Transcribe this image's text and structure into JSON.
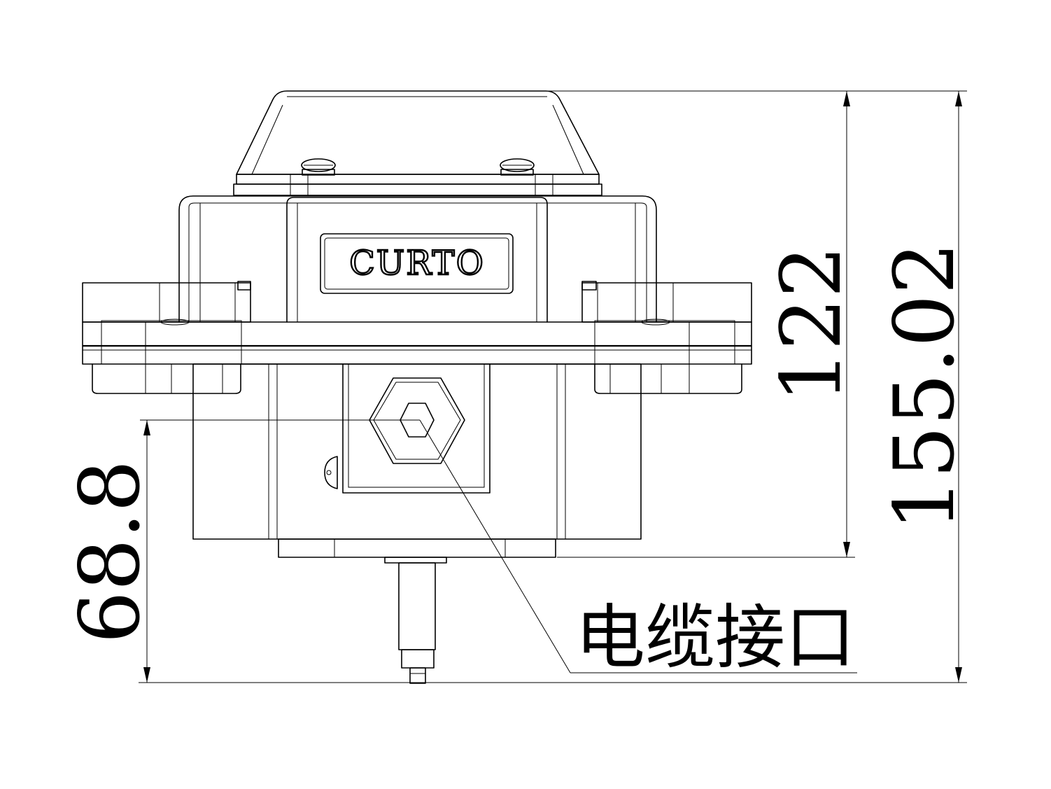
{
  "drawing": {
    "brand_label": "CURTO",
    "callout_label": "电缆接口",
    "dimensions": {
      "body_height": "122",
      "overall_height": "155.02",
      "port_height": "68.8"
    }
  }
}
